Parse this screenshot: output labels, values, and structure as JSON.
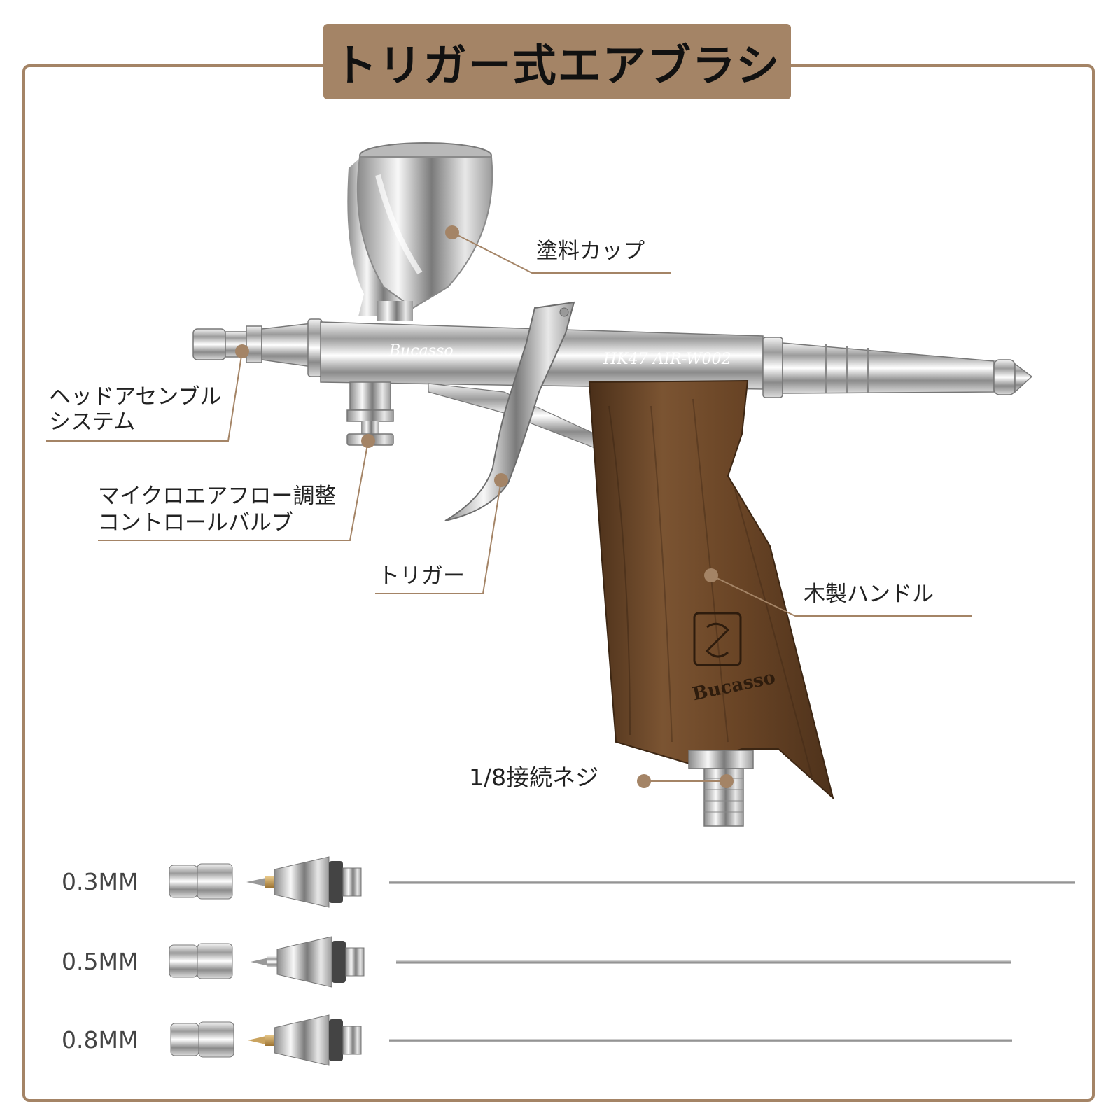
{
  "title": "トリガー式エアブラシ",
  "colors": {
    "accent": "#a48466",
    "wood": "#6e4a2c",
    "chrome": "#c8c8c8"
  },
  "brand": "Bucasso",
  "engraving": "HK47 AIR-W002",
  "callouts": {
    "paint_cup": "塗料カップ",
    "head_assembly_line1": "ヘッドアセンブル",
    "head_assembly_line2": "システム",
    "micro_valve_line1": "マイクロエアフロー調整",
    "micro_valve_line2": "コントロールバルブ",
    "trigger": "トリガー",
    "wooden_handle": "木製ハンドル",
    "connector_thread": "1/8接続ネジ"
  },
  "nozzle_sizes": [
    "0.3MM",
    "0.5MM",
    "0.8MM"
  ]
}
